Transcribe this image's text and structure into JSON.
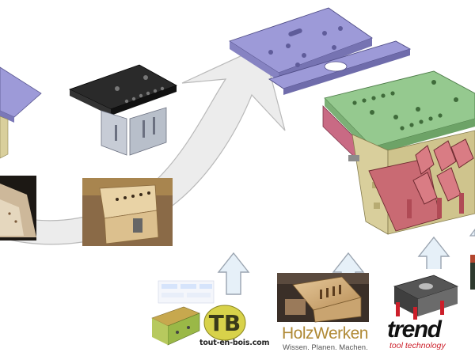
{
  "sources": {
    "toutenbois": {
      "logo_monogram": "TB",
      "name": "tout-en-bois.com"
    },
    "holzwerken": {
      "name": "HolzWerken",
      "tagline": "Wissen. Planen. Machen."
    },
    "trend": {
      "name": "trend",
      "tagline": "tool technology"
    }
  },
  "colors": {
    "plate_lavender": "#9d9ad8",
    "plate_dark": "#222222",
    "plate_green": "#95c98f",
    "block_tan": "#d9cf9c",
    "block_pink": "#c96a84",
    "arrow_grey": "#e3e3e3",
    "arrow_up_fill": "#e6f0f8",
    "arrow_up_stroke": "#9aa4b0",
    "trend_red": "#cc1f2a",
    "holz_gold": "#b08a36"
  },
  "icons": [
    "curved-arrow",
    "up-arrow",
    "drill-guide-model",
    "jig-photo"
  ]
}
